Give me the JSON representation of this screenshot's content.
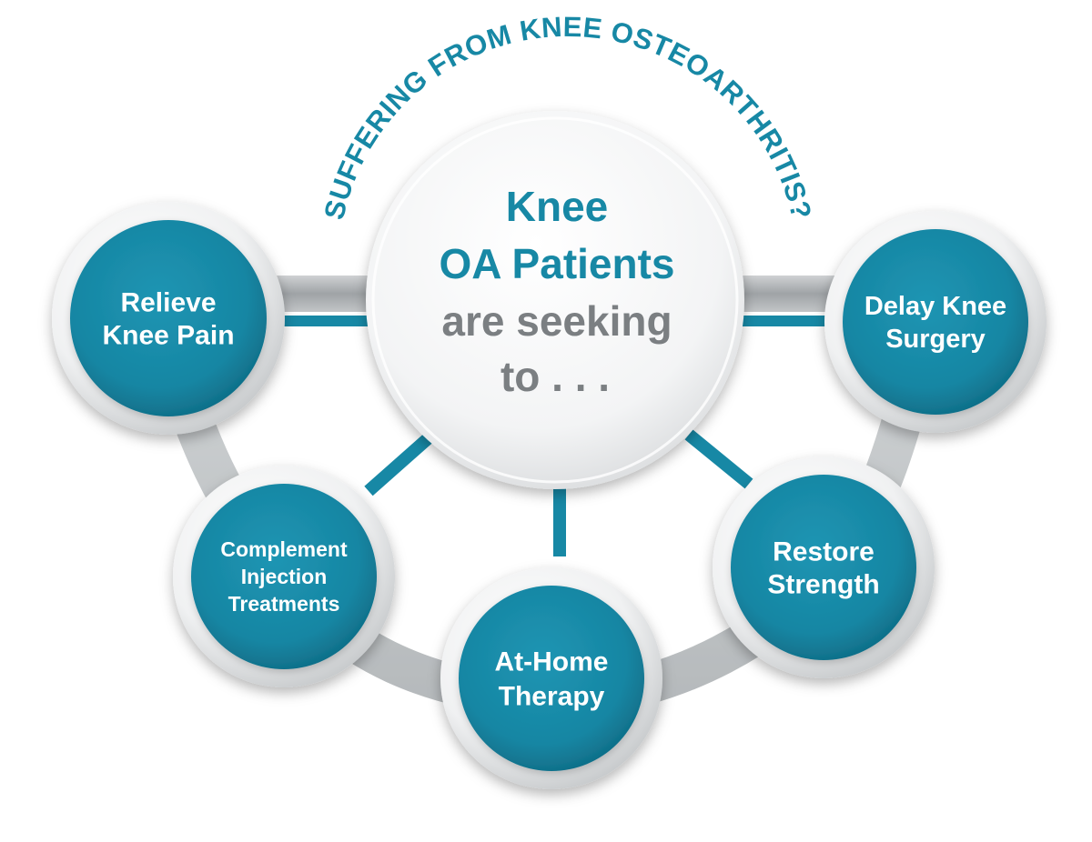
{
  "arc_heading": "SUFFERING FROM KNEE OSTEOARTHRITIS?",
  "center": {
    "line1": "Knee",
    "line2": "OA Patients",
    "line3": "are seeking",
    "line4": "to . . ."
  },
  "goals": [
    {
      "lines": [
        "Relieve",
        "Knee Pain"
      ]
    },
    {
      "lines": [
        "Delay Knee",
        "Surgery"
      ]
    },
    {
      "lines": [
        "Complement",
        "Injection",
        "Treatments"
      ]
    },
    {
      "lines": [
        "At-Home",
        "Therapy"
      ]
    },
    {
      "lines": [
        "Restore",
        "Strength"
      ]
    }
  ],
  "colors": {
    "teal": "#1788a5",
    "teal_dark": "#0f6f88",
    "grey_text": "#7b7f82",
    "ring_light": "#f4f5f6",
    "ring_grey": "#c9ccce",
    "band_grey": "#b9bcbe"
  }
}
